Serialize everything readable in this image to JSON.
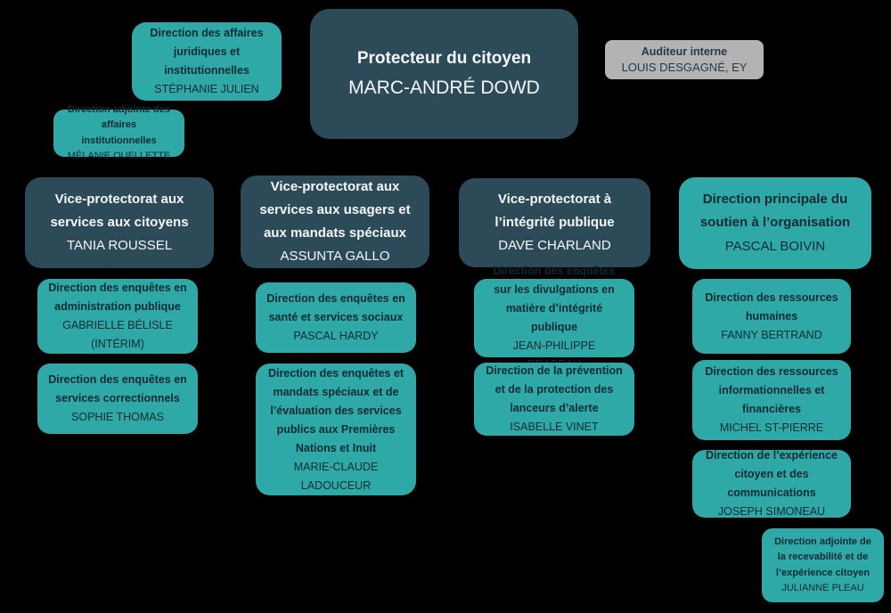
{
  "colors": {
    "background": "#000000",
    "box_dark": "#2D4A59",
    "box_teal": "#2FA8A8",
    "box_gray": "#B3B3B3",
    "text_on_dark": "#F4F8FA",
    "text_on_teal": "#0E2B33",
    "text_on_gray": "#243C4A"
  },
  "boxes": {
    "protecteur": {
      "title": "Protecteur du citoyen",
      "name": "MARC-ANDRÉ DOWD"
    },
    "affaires_juridiques": {
      "title": "Direction des affaires juridiques et institutionnelles",
      "name": "STÉPHANIE JULIEN"
    },
    "adjointe_institutionnelles": {
      "title": "Direction adjointe des affaires institutionnelles",
      "name": "MÉLANIE OUELLETTE"
    },
    "auditeur_interne": {
      "title": "Auditeur interne",
      "name": "LOUIS DESGAGNÉ, EY"
    },
    "vp_citoyens": {
      "title": "Vice-protectorat aux services aux citoyens",
      "name": "TANIA ROUSSEL"
    },
    "vp_usagers": {
      "title": "Vice-protectorat aux services aux usagers et aux mandats spéciaux",
      "name": "ASSUNTA GALLO"
    },
    "vp_integrite": {
      "title": "Vice-protectorat à l’intégrité publique",
      "name": "DAVE CHARLAND"
    },
    "dp_soutien": {
      "title": "Direction principale du soutien à l’organisation",
      "name": "PASCAL BOIVIN"
    },
    "enq_admin": {
      "title": "Direction des enquêtes en administration publique",
      "name": "GABRIELLE BÉLISLE (INTÉRIM)"
    },
    "enq_correctionnels": {
      "title": "Direction des enquêtes en services correctionnels",
      "name": "SOPHIE THOMAS"
    },
    "enq_sante": {
      "title": "Direction des enquêtes en santé et services sociaux",
      "name": "PASCAL HARDY"
    },
    "enq_mandats": {
      "title": "Direction des enquêtes et mandats spéciaux et de l’évaluation des services publics aux Premières Nations et Inuit",
      "name": "MARIE-CLAUDE LADOUCEUR"
    },
    "enq_divulgations": {
      "title": "Direction des enquêtes sur les divulgations en matière d’intégrité publique",
      "name": "JEAN-PHILIPPE DRAPEAU"
    },
    "prevention_lanceurs": {
      "title": "Direction de la prévention et de la protection des lanceurs d’alerte",
      "name": "ISABELLE VINET"
    },
    "ressources_humaines": {
      "title": "Direction des ressources humaines",
      "name": "FANNY BERTRAND"
    },
    "ressources_informationnelles": {
      "title": "Direction des ressources informationnelles et financières",
      "name": "MICHEL ST-PIERRE"
    },
    "experience_citoyen": {
      "title": "Direction de l’expérience citoyen et des communications",
      "name": "JOSEPH SIMONEAU"
    },
    "adjointe_recevabilite": {
      "title": "Direction adjointe de la recevabilité et de l’expérience citoyen",
      "name": "JULIANNE PLEAU"
    }
  }
}
